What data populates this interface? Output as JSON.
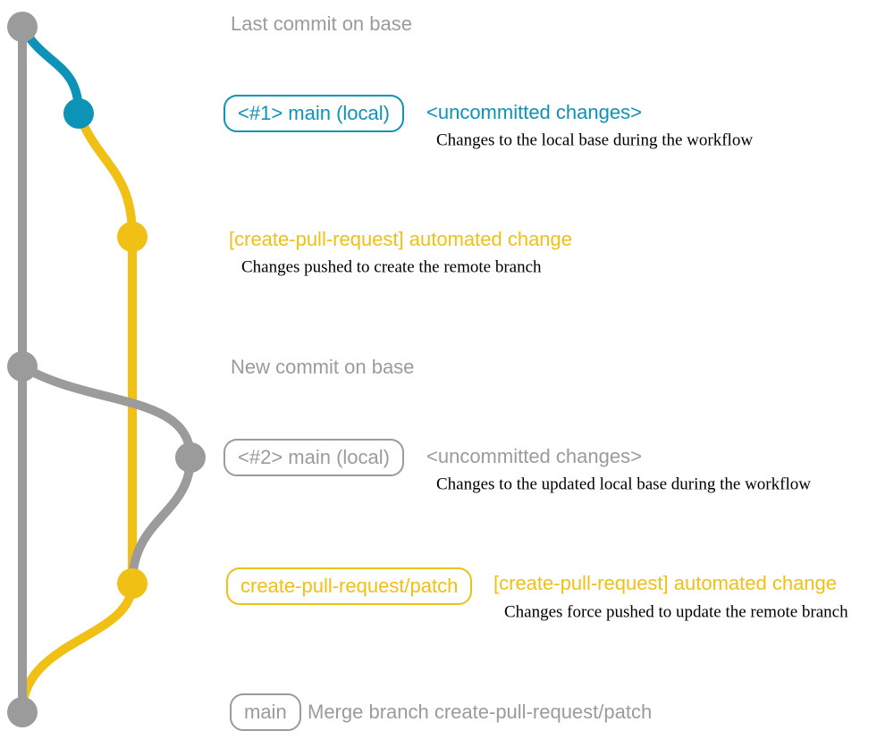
{
  "colors": {
    "gray": "#9b9b9b",
    "blue": "#0d93b8",
    "yellow": "#f0c014",
    "note": "#000000",
    "background": "#ffffff"
  },
  "graph": {
    "branches": [
      "base",
      "main (local)",
      "create-pull-request/patch"
    ],
    "rows": [
      {
        "type": "commit",
        "branch": "base",
        "message": "Last commit on base",
        "color": "gray"
      },
      {
        "type": "commit",
        "branch": "main (local)",
        "tag": "<#1> main (local)",
        "message": "<uncommitted changes>",
        "note": "Changes to the local base during the workflow",
        "color": "blue"
      },
      {
        "type": "commit",
        "branch": "create-pull-request/patch",
        "message": "[create-pull-request] automated change",
        "note": "Changes pushed to create the remote branch",
        "color": "yellow"
      },
      {
        "type": "commit",
        "branch": "base",
        "message": "New commit on base",
        "color": "gray"
      },
      {
        "type": "commit",
        "branch": "main (local)",
        "tag": "<#2> main (local)",
        "message": "<uncommitted changes>",
        "note": "Changes to the updated local base during the workflow",
        "color": "gray"
      },
      {
        "type": "commit",
        "branch": "create-pull-request/patch",
        "tag": "create-pull-request/patch",
        "message": "[create-pull-request] automated change",
        "note": "Changes force pushed to update the remote branch",
        "color": "yellow"
      },
      {
        "type": "merge",
        "branch": "base",
        "tag": "main",
        "message": "Merge branch create-pull-request/patch",
        "color": "gray"
      }
    ]
  }
}
